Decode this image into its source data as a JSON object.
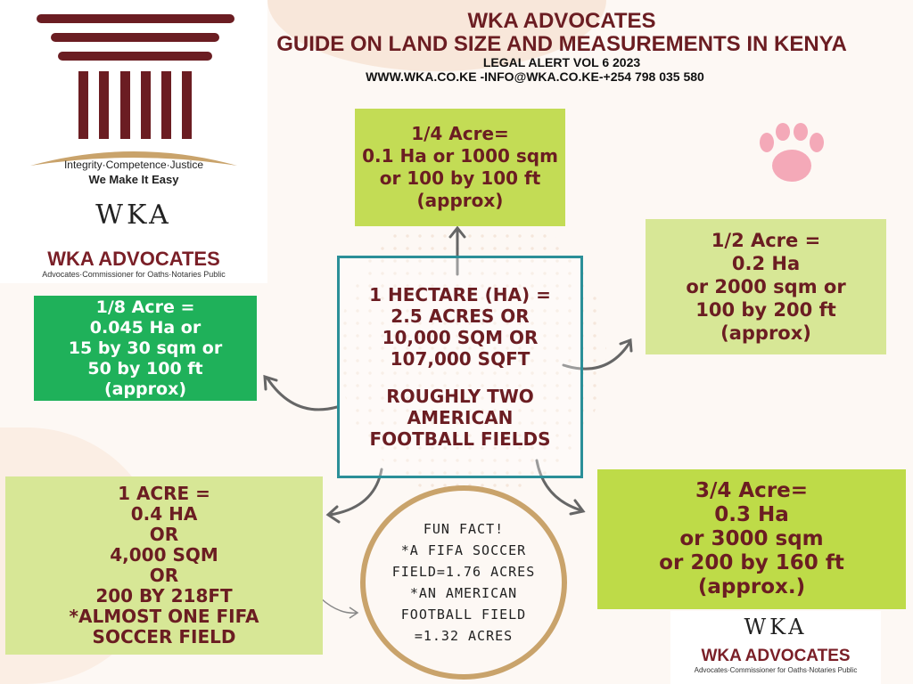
{
  "header": {
    "firm": "WKA ADVOCATES",
    "title": "GUIDE ON LAND SIZE AND MEASUREMENTS IN KENYA",
    "subtitle": "LEGAL ALERT VOL 6 2023",
    "contact": "WWW.WKA.CO.KE -INFO@WKA.CO.KE-+254 798 035 580"
  },
  "logo": {
    "motto": "Integrity·Competence·Justice",
    "tagline": "We Make It Easy",
    "signature": "WKA",
    "name": "WKA ADVOCATES",
    "services": "Advocates·Commissioner for Oaths·Notaries Public"
  },
  "boxes": {
    "quarter": [
      "1/4 Acre=",
      "0.1 Ha or 1000 sqm",
      "or 100 by 100 ft",
      "(approx)"
    ],
    "half": [
      "1/2 Acre =",
      "0.2 Ha",
      "or 2000 sqm or",
      "100 by 200 ft",
      "(approx)"
    ],
    "eighth": [
      "1/8 Acre =",
      "0.045 Ha or",
      "15 by 30 sqm or",
      "50 by 100 ft",
      "(approx)"
    ],
    "hectare": [
      "1 HECTARE (HA) =",
      "2.5 ACRES OR",
      "10,000 SQM OR",
      "107,000 SQFT",
      "",
      "ROUGHLY TWO",
      "AMERICAN",
      "FOOTBALL FIELDS"
    ],
    "acre": [
      "1 ACRE =",
      "0.4 HA",
      "OR",
      "4,000 SQM",
      "OR",
      "200 BY 218FT",
      "*ALMOST ONE FIFA",
      "SOCCER FIELD"
    ],
    "three_quarter": [
      "3/4 Acre=",
      "0.3 Ha",
      "or 3000 sqm",
      "or 200 by 160 ft",
      "(approx.)"
    ],
    "fun_fact": [
      "FUN FACT!",
      "*A FIFA SOCCER",
      "FIELD=1.76 ACRES",
      "*AN AMERICAN",
      "FOOTBALL FIELD",
      "=1.32 ACRES"
    ]
  },
  "colors": {
    "maroon": "#6b1d22",
    "lime": "#c3dc55",
    "pale_lime": "#d7e796",
    "green": "#1fb15a",
    "teal": "#2b8f98",
    "gold": "#c9a36b"
  }
}
